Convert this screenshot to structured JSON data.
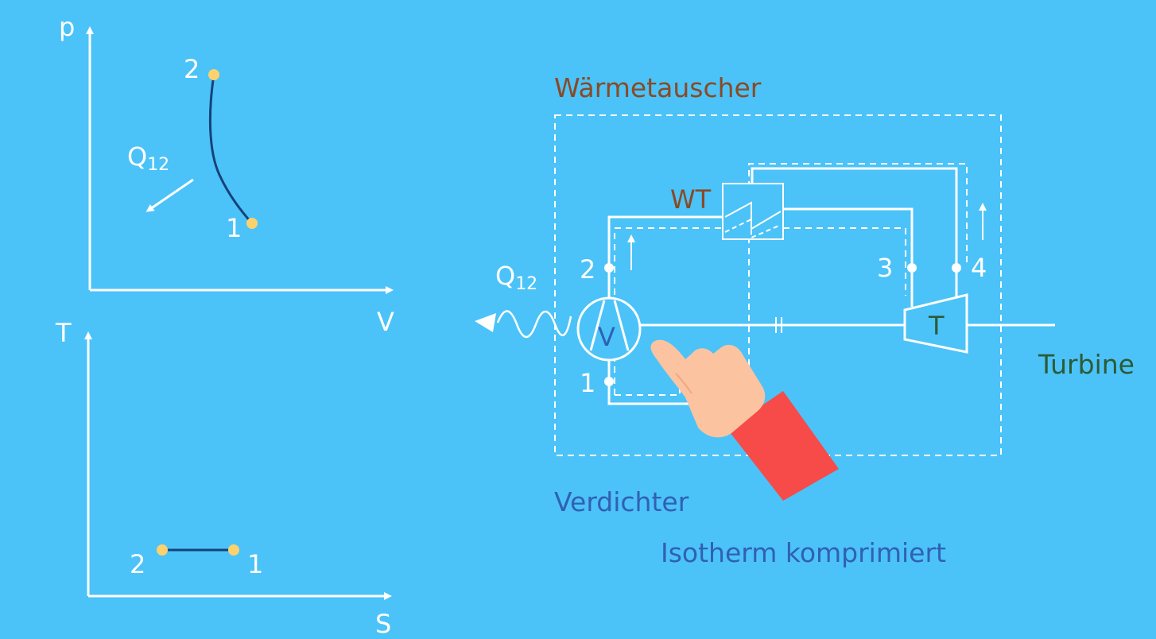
{
  "pv_diagram": {
    "y_axis_label": "p",
    "x_axis_label": "V",
    "heat_label_main": "Q",
    "heat_label_sub": "12",
    "point_2_label": "2",
    "point_1_label": "1"
  },
  "ts_diagram": {
    "y_axis_label": "T",
    "x_axis_label": "S",
    "point_2_label": "2",
    "point_1_label": "1"
  },
  "schematic": {
    "heat_exchanger_caption": "Wärmetauscher",
    "heat_exchanger_label": "WT",
    "compressor_symbol": "V",
    "turbine_symbol": "T",
    "turbine_caption": "Turbine",
    "compressor_caption": "Verdichter",
    "process_caption": "Isotherm komprimiert",
    "heat_label_main": "Q",
    "heat_label_sub": "12",
    "node_1": "1",
    "node_2": "2",
    "node_3": "3",
    "node_4": "4"
  },
  "colors": {
    "background": "#4bc3f8",
    "line": "#ffffff",
    "curve": "#17427a",
    "point": "#fdd26e",
    "caption_brown": "#8a4a24",
    "caption_blue": "#3160b3",
    "caption_green": "#2d5a36",
    "hand_skin": "#fcc3a0",
    "sleeve": "#f64b48"
  }
}
